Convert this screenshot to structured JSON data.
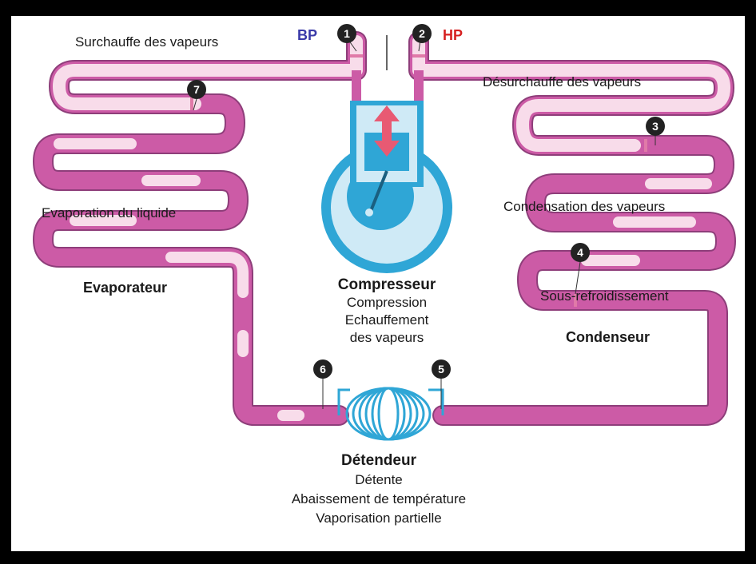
{
  "colors": {
    "pipe_liquid": "#cc5ba6",
    "pipe_vapor": "#f8dcea",
    "pipe_outline": "#8e3e7a",
    "compressor_blue": "#2fa6d6",
    "compressor_light": "#cfeaf6",
    "bp_color": "#3a3aa8",
    "hp_color": "#d62020",
    "arrow_color": "#e85a73"
  },
  "labels": {
    "bp": "BP",
    "hp": "HP",
    "surchauffe": "Surchauffe des vapeurs",
    "desurchauffe": "Désurchauffe des vapeurs",
    "evaporation": "Evaporation du liquide",
    "condensation": "Condensation des vapeurs",
    "sous_refroidissement": "Sous-refroidissement",
    "evaporateur": "Evaporateur",
    "condenseur": "Condenseur",
    "compresseur_title": "Compresseur",
    "compresseur_line1": "Compression",
    "compresseur_line2": "Echauffement",
    "compresseur_line3": "des vapeurs",
    "detendeur_title": "Détendeur",
    "detendeur_line1": "Détente",
    "detendeur_line2": "Abaissement de température",
    "detendeur_line3": "Vaporisation partielle"
  },
  "points": [
    "1",
    "2",
    "3",
    "4",
    "5",
    "6",
    "7"
  ]
}
